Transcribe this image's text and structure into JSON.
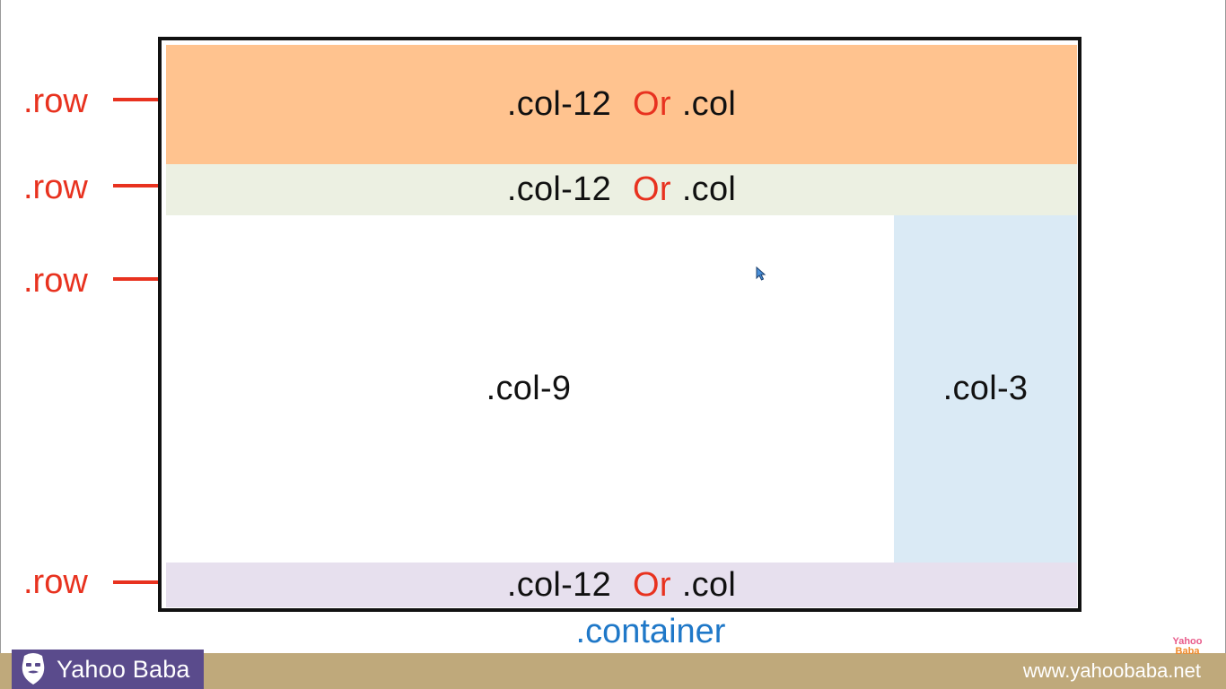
{
  "diagram": {
    "rows": [
      {
        "label": ".row",
        "col_text": ".col-12",
        "or_text": "Or",
        "alt_text": ".col",
        "color": "#ffc38f"
      },
      {
        "label": ".row",
        "col_text": ".col-12",
        "or_text": "Or",
        "alt_text": ".col",
        "color": "#ecf0e2"
      },
      {
        "label": ".row",
        "col9_text": ".col-9",
        "col3_text": ".col-3",
        "col9_color": "#ffffff",
        "col3_color": "#daeaf5"
      },
      {
        "label": ".row",
        "col_text": ".col-12",
        "or_text": "Or",
        "alt_text": ".col",
        "color": "#e7e0ee"
      }
    ],
    "container_label": ".container",
    "arrow_color": "#e8321f",
    "label_color": "#e8321f",
    "container_label_color": "#1f78c8"
  },
  "footer": {
    "brand": "Yahoo Baba",
    "url": "www.yahoobaba.net",
    "corner_logo_line1": "Yahoo",
    "corner_logo_line2": "Baba",
    "bar_color": "#bfa97b",
    "badge_color": "#5a4b8c"
  },
  "icons": {
    "arrow": "right-arrow-icon",
    "brand": "bearded-face-icon",
    "cursor": "mouse-pointer-icon"
  }
}
